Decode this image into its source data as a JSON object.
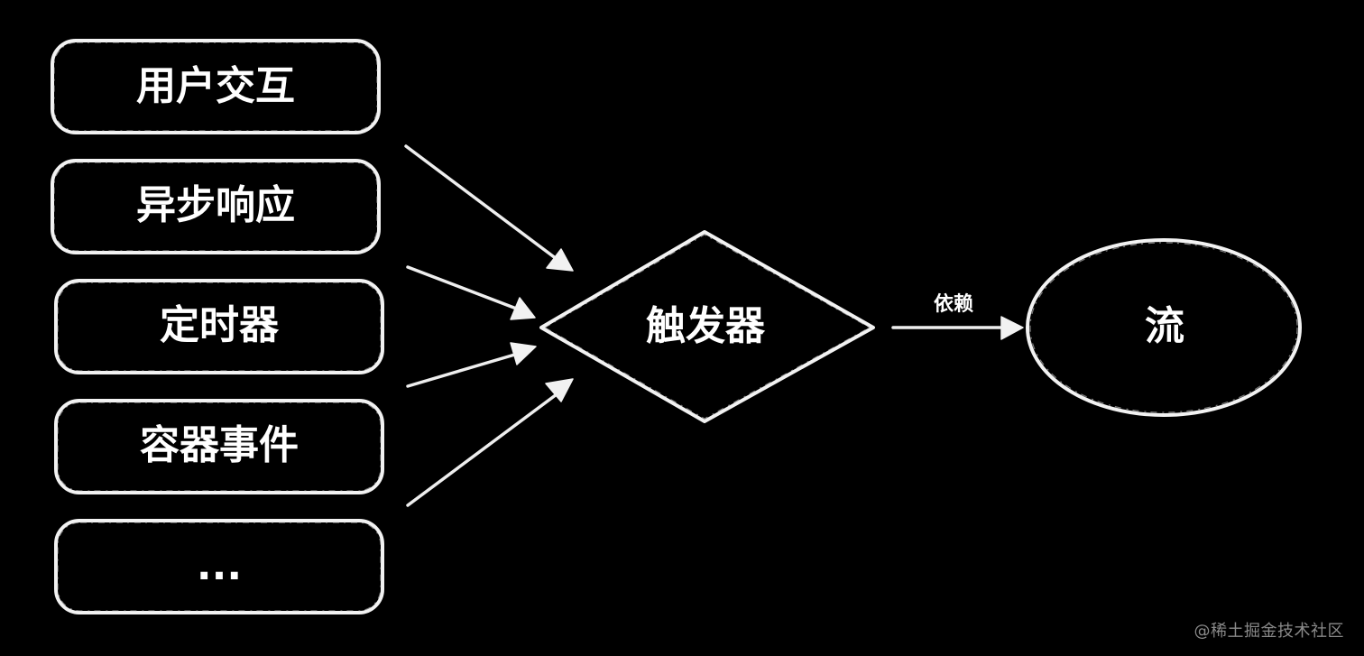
{
  "sources": [
    {
      "label": "用户交互"
    },
    {
      "label": "异步响应"
    },
    {
      "label": "定时器"
    },
    {
      "label": "容器事件"
    },
    {
      "label": "..."
    }
  ],
  "trigger": {
    "label": "触发器"
  },
  "edge": {
    "label": "依赖"
  },
  "stream": {
    "label": "流"
  },
  "watermark": "@稀土掘金技术社区",
  "colors": {
    "background": "#000000",
    "stroke": "#f2f2f2",
    "text": "#ffffff",
    "watermark": "#8a8a8a"
  }
}
